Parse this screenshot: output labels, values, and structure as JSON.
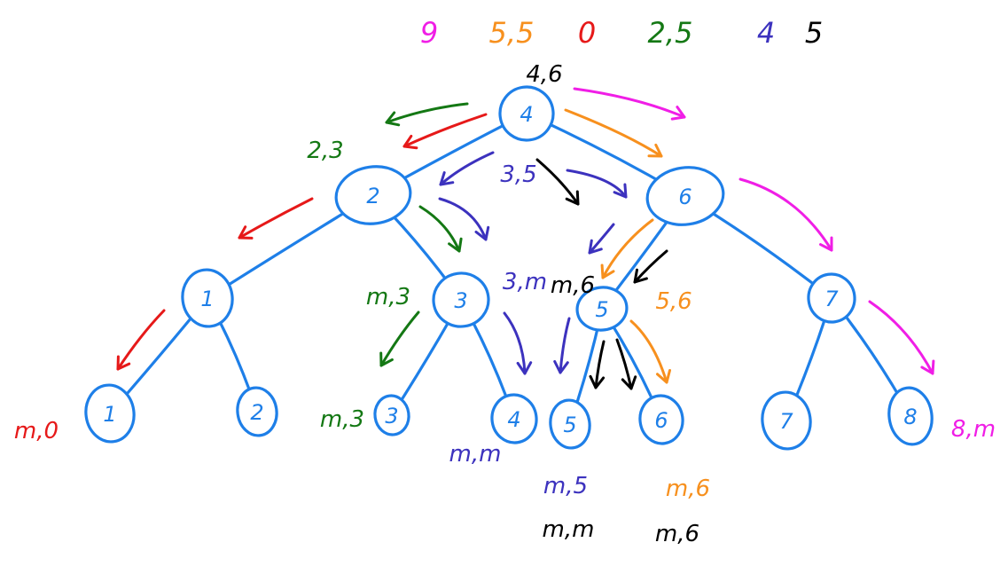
{
  "colors": {
    "tree": "#1e7fe8",
    "magenta": "#f01ee6",
    "orange": "#f7901e",
    "red": "#e61919",
    "green": "#147814",
    "purple": "#3c32be",
    "black": "#000000"
  },
  "header": [
    {
      "text": "9",
      "color": "magenta"
    },
    {
      "text": "5,5",
      "color": "orange"
    },
    {
      "text": "0",
      "color": "red"
    },
    {
      "text": "2,5",
      "color": "green"
    },
    {
      "text": "4",
      "color": "purple"
    },
    {
      "text": "5",
      "color": "black"
    }
  ],
  "nodes": [
    {
      "id": "n4",
      "label": "4"
    },
    {
      "id": "n2",
      "label": "2"
    },
    {
      "id": "n6",
      "label": "6"
    },
    {
      "id": "n1",
      "label": "1"
    },
    {
      "id": "n3",
      "label": "3"
    },
    {
      "id": "n5",
      "label": "5"
    },
    {
      "id": "n7",
      "label": "7"
    },
    {
      "id": "l1",
      "label": "1"
    },
    {
      "id": "l2",
      "label": "2"
    },
    {
      "id": "l3",
      "label": "3"
    },
    {
      "id": "l4",
      "label": "4"
    },
    {
      "id": "l5",
      "label": "5"
    },
    {
      "id": "l6",
      "label": "6"
    },
    {
      "id": "l7",
      "label": "7"
    },
    {
      "id": "l8",
      "label": "8"
    }
  ],
  "edges": [
    [
      "n4",
      "n2"
    ],
    [
      "n4",
      "n6"
    ],
    [
      "n2",
      "n1"
    ],
    [
      "n2",
      "n3"
    ],
    [
      "n6",
      "n5"
    ],
    [
      "n6",
      "n7"
    ],
    [
      "n1",
      "l1"
    ],
    [
      "n1",
      "l2"
    ],
    [
      "n3",
      "l3"
    ],
    [
      "n3",
      "l4"
    ],
    [
      "n5",
      "l5"
    ],
    [
      "n5",
      "l6"
    ],
    [
      "n7",
      "l7"
    ],
    [
      "n7",
      "l8"
    ]
  ],
  "annotations": [
    {
      "id": "a-root",
      "text": "4,6",
      "color": "black"
    },
    {
      "id": "a-n2",
      "text": "2,3",
      "color": "green"
    },
    {
      "id": "a-mid",
      "text": "3,5",
      "color": "purple"
    },
    {
      "id": "a-n3",
      "text": "3,m",
      "color": "purple"
    },
    {
      "id": "a-n5",
      "text": "m,6",
      "color": "black"
    },
    {
      "id": "a-n5r",
      "text": "5,6",
      "color": "orange"
    },
    {
      "id": "a-n3l",
      "text": "m,3",
      "color": "green"
    },
    {
      "id": "a-l1",
      "text": "m,0",
      "color": "red"
    },
    {
      "id": "a-l3",
      "text": "m,3",
      "color": "green"
    },
    {
      "id": "a-l4",
      "text": "m,m",
      "color": "purple"
    },
    {
      "id": "a-l5a",
      "text": "m,5",
      "color": "purple"
    },
    {
      "id": "a-l6a",
      "text": "m,6",
      "color": "orange"
    },
    {
      "id": "a-l5b",
      "text": "m,m",
      "color": "black"
    },
    {
      "id": "a-l6b",
      "text": "m,6",
      "color": "black"
    },
    {
      "id": "a-l8",
      "text": "8,m",
      "color": "magenta"
    }
  ],
  "arrows": [
    {
      "id": "g1",
      "color": "green"
    },
    {
      "id": "r1",
      "color": "red"
    },
    {
      "id": "o1",
      "color": "orange"
    },
    {
      "id": "m1",
      "color": "magenta"
    },
    {
      "id": "p1",
      "color": "purple"
    },
    {
      "id": "k1",
      "color": "black"
    },
    {
      "id": "p2",
      "color": "purple"
    },
    {
      "id": "r2",
      "color": "red"
    },
    {
      "id": "g2",
      "color": "green"
    },
    {
      "id": "p3",
      "color": "purple"
    },
    {
      "id": "m2",
      "color": "magenta"
    },
    {
      "id": "p4",
      "color": "purple"
    },
    {
      "id": "o2",
      "color": "orange"
    },
    {
      "id": "k2",
      "color": "black"
    },
    {
      "id": "r3",
      "color": "red"
    },
    {
      "id": "g3",
      "color": "green"
    },
    {
      "id": "p5",
      "color": "purple"
    },
    {
      "id": "p6",
      "color": "purple"
    },
    {
      "id": "k3",
      "color": "black"
    },
    {
      "id": "k4",
      "color": "black"
    },
    {
      "id": "o3",
      "color": "orange"
    },
    {
      "id": "m3",
      "color": "magenta"
    }
  ]
}
